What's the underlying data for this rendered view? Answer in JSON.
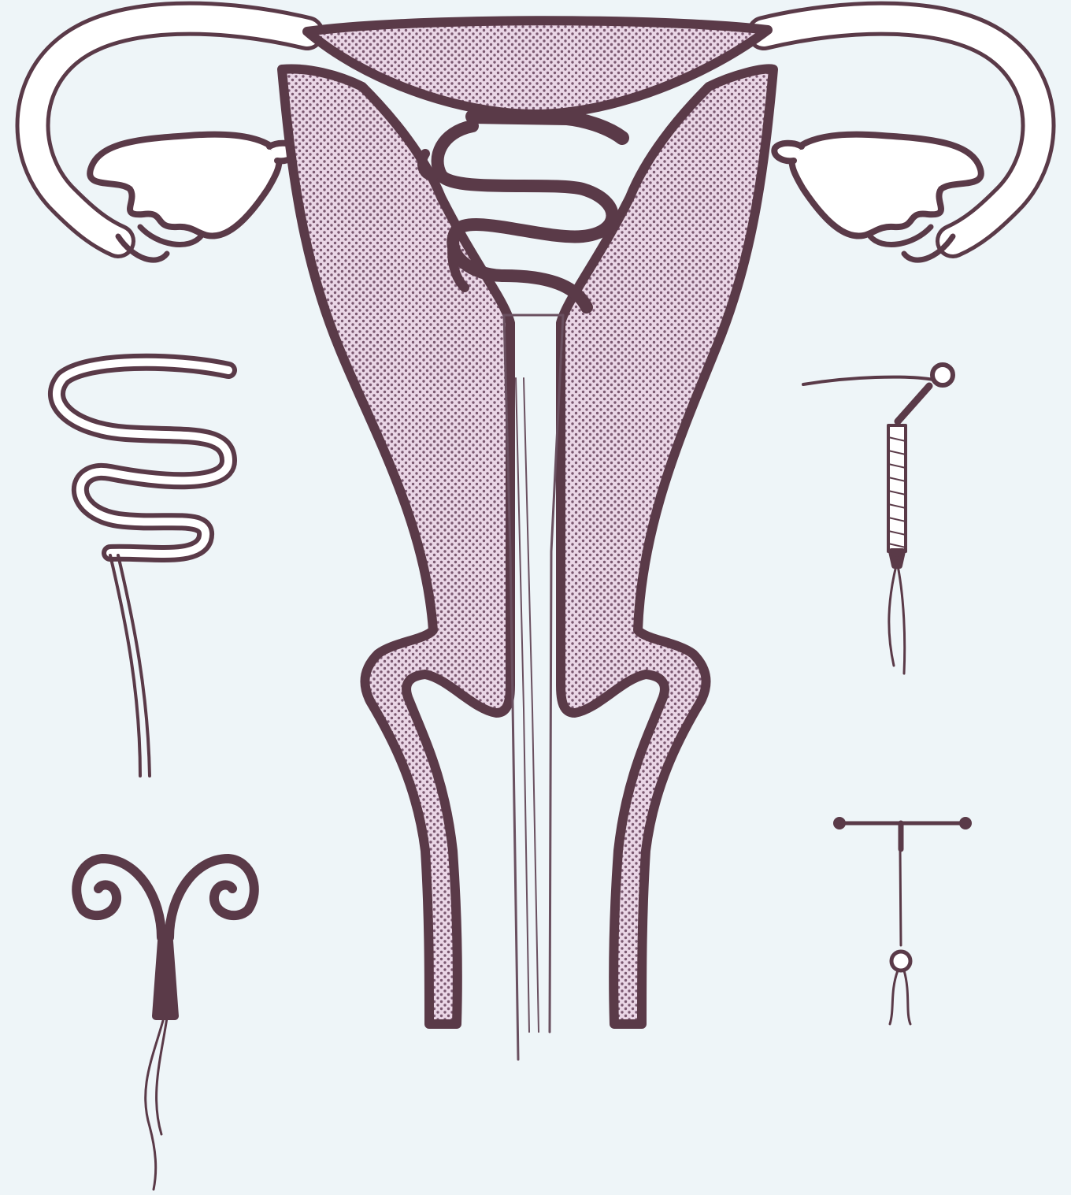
{
  "figure": {
    "colors": {
      "background": "#eef5f8",
      "outline": "#5a3a48",
      "stipple_fill": "#ead6e6",
      "stipple_dot": "#7a5870",
      "fine_line": "#6a5060",
      "white": "#ffffff"
    },
    "parts": [
      {
        "id": "uterus-body",
        "icon": "uterus-icon"
      },
      {
        "id": "left-fallopian-tube",
        "icon": "fallopian-tube-icon"
      },
      {
        "id": "right-fallopian-tube",
        "icon": "fallopian-tube-icon"
      },
      {
        "id": "cervix",
        "icon": "cervix-icon"
      },
      {
        "id": "vaginal-wall",
        "icon": "vagina-icon"
      },
      {
        "id": "inserted-lippes-loop",
        "icon": "serpentine-iud-icon"
      },
      {
        "id": "lippes-loop-device",
        "icon": "serpentine-iud-icon"
      },
      {
        "id": "copper-7-device",
        "icon": "copper-iud-icon"
      },
      {
        "id": "spiral-iud-device",
        "icon": "spiral-iud-icon"
      },
      {
        "id": "t-shaped-iud-device",
        "icon": "t-shaped-iud-icon"
      }
    ]
  }
}
